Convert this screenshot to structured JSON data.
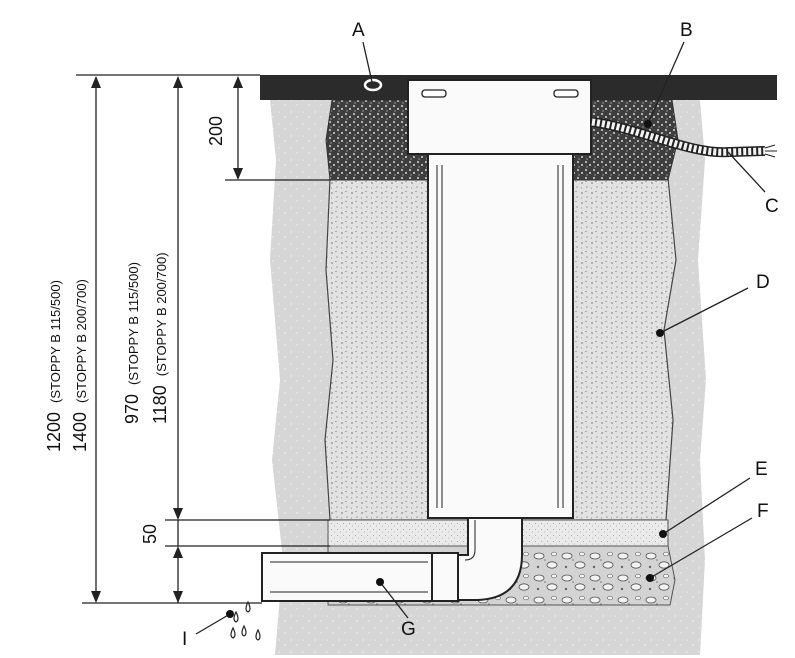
{
  "callouts": {
    "A": "A",
    "B": "B",
    "C": "C",
    "D": "D",
    "E": "E",
    "F": "F",
    "G": "G",
    "I": "I"
  },
  "dimensions": {
    "top_depth": "200",
    "gravel_depth": "50",
    "inner_value": "970",
    "inner_note_1": "(STOPPY B 115/500)",
    "inner_value_2": "1180",
    "inner_note_2": "(STOPPY B 200/700)",
    "outer_value": "1200",
    "outer_note_1": "(STOPPY B 115/500)",
    "outer_value_2": "1400",
    "outer_note_2": "(STOPPY B 200/700)"
  },
  "colors": {
    "slab": "#2b2b2b",
    "surrounding_ground": "#dcdcdc",
    "fill_sand": "#d9d9d9",
    "top_layer": "#4a4a4a",
    "gravel_layer": "#e8e8e8",
    "stone_layer": "#cfcfcf"
  }
}
